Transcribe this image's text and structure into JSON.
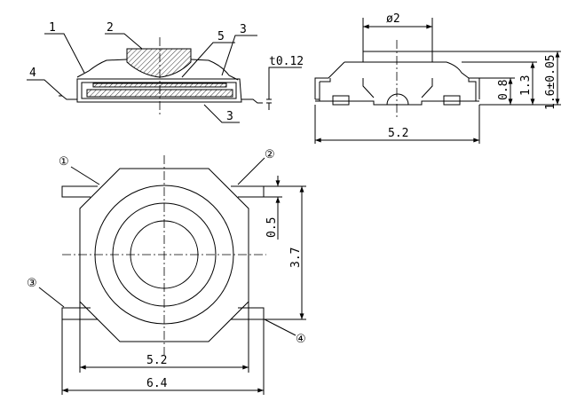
{
  "section_view": {
    "callouts": [
      "1",
      "2",
      "3",
      "4",
      "5",
      "3"
    ],
    "thickness": "t0.12"
  },
  "side_view": {
    "diameter": "ø2",
    "width": "5.2",
    "base_height": "0.8",
    "body_height": "1.3",
    "total_height": "1.6±0.05"
  },
  "bottom_view": {
    "pins": [
      "①",
      "②",
      "③",
      "④"
    ],
    "lead_width": "0.5",
    "lead_pitch": "3.7",
    "body_width": "5.2",
    "overall_width": "6.4"
  }
}
